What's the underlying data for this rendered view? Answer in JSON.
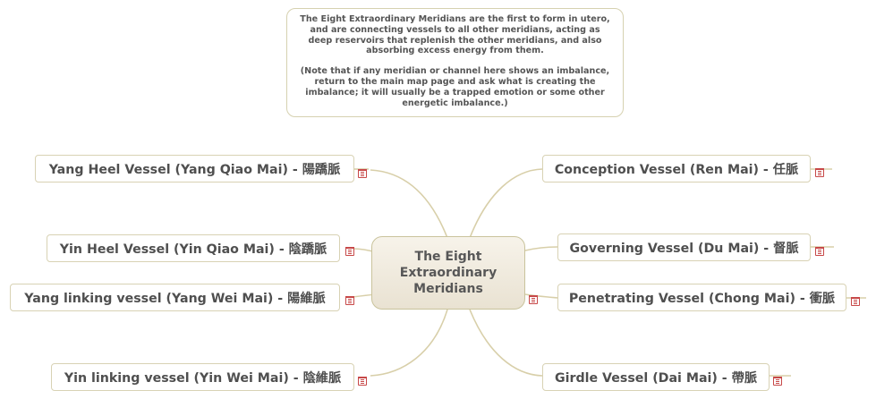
{
  "note": {
    "paragraph1": "The Eight Extraordinary Meridians are the first to form in utero, and are connecting vessels to all other meridians, acting as deep reservoirs that replenish the other meridians, and also absorbing excess energy from them.",
    "paragraph2": "(Note that if any meridian or channel here shows an imbalance, return to the main map page and ask what is creating the imbalance; it will usually be a trapped emotion or some other energetic imbalance.)"
  },
  "central_topic": "The Eight Extraordinary Meridians",
  "left_topics": [
    "Yang Heel Vessel (Yang Qiao Mai) - 陽蹻脈",
    "Yin Heel Vessel (Yin Qiao Mai) - 陰蹻脈",
    "Yang linking vessel (Yang Wei Mai) - 陽維脈",
    "Yin linking vessel (Yin Wei Mai) - 陰維脈"
  ],
  "right_topics": [
    "Conception Vessel (Ren Mai) - 任脈",
    "Governing Vessel (Du Mai) - 督脈",
    "Penetrating Vessel (Chong Mai) - 衝脈",
    "Girdle Vessel (Dai Mai) - 帶脈"
  ],
  "icons": {
    "topic_marker": "note-icon"
  },
  "colors": {
    "connector": "#d8cfa9",
    "border": "#d8d2b4",
    "marker": "#c74848"
  }
}
